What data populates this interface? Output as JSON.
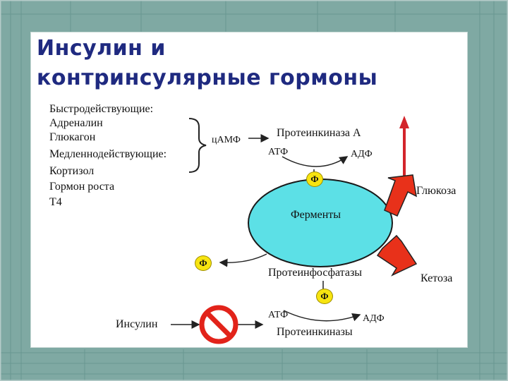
{
  "title": {
    "line1": "Инсулин и",
    "line2": "контринсулярные гормоны"
  },
  "hormones": {
    "fast_heading": "Быстродействующие:",
    "fast": [
      "Адреналин",
      "Глюкагон"
    ],
    "slow_heading": "Медленнодействующие:",
    "slow": [
      "Кортизол",
      "Гормон роста",
      "Т4"
    ]
  },
  "pathway": {
    "camp": "цАМФ",
    "protein_kinase_a": "Протеинкиназа А",
    "atp_top": "АТФ",
    "adp_top": "АДФ",
    "phos_symbol": "Ф",
    "enzymes": "Ферменты",
    "phosphatases": "Протеинфосфатазы",
    "atp_bottom": "АТФ",
    "adp_bottom": "АДФ",
    "protein_kinases": "Протеинкиназы",
    "insulin": "Инсулин",
    "glucose": "Глюкоза",
    "ketosis": "Кетоза"
  },
  "colors": {
    "enzyme_fill": "#5ce0e6",
    "up_arrow": "#d3252b",
    "block_arrows": "#e8311a",
    "phosphate": "#f7e410",
    "title": "#1f2a80"
  }
}
